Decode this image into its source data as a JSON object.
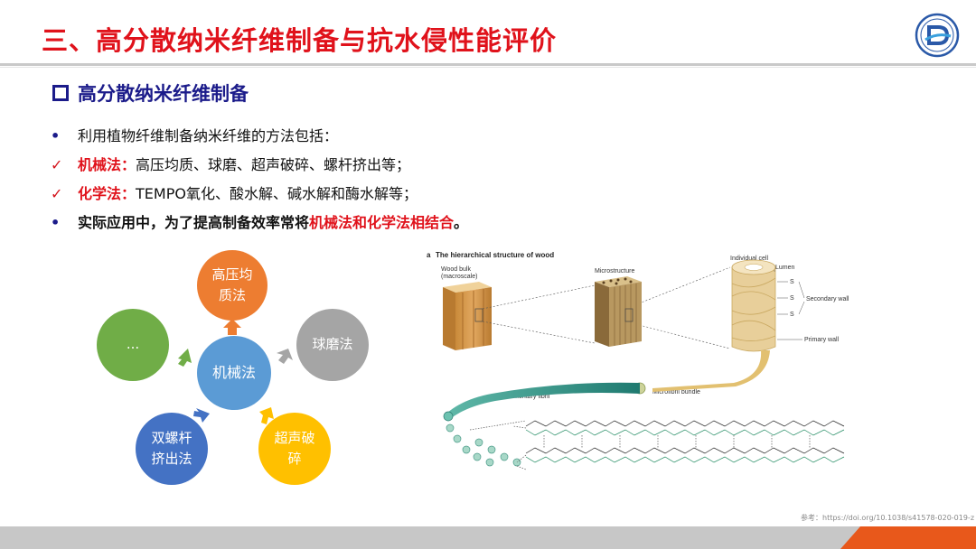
{
  "header": {
    "title": "三、高分散纳米纤维制备与抗水侵性能评价",
    "logo_icon": "university-seal-icon"
  },
  "section": {
    "title": "高分散纳米纤维制备"
  },
  "bullets": [
    {
      "marker": "•",
      "text": "利用植物纤维制备纳米纤维的方法包括："
    },
    {
      "marker": "✓",
      "label": "机械法：",
      "text": "高压均质、球磨、超声破碎、螺杆挤出等；"
    },
    {
      "marker": "✓",
      "label": "化学法：",
      "text": "TEMPO氧化、酸水解、碱水解和酶水解等；"
    },
    {
      "marker": "•",
      "prefix": "实际应用中，为了提高制备效率常将",
      "highlight": "机械法和化学法相结合",
      "suffix": "。"
    }
  ],
  "cycle": {
    "center": "机械法",
    "nodes": [
      {
        "line1": "高压均",
        "line2": "质法",
        "color": "#ed7d31"
      },
      {
        "line1": "球磨法",
        "line2": "",
        "color": "#a5a5a5"
      },
      {
        "line1": "超声破",
        "line2": "碎",
        "color": "#ffc000"
      },
      {
        "line1": "双螺杆",
        "line2": "挤出法",
        "color": "#4472c4"
      },
      {
        "line1": "...",
        "line2": "",
        "color": "#70ad47"
      }
    ],
    "center_color": "#5b9bd5"
  },
  "figure": {
    "panel": "a",
    "title": "The hierarchical structure of wood",
    "wood_bulk": "Wood bulk",
    "macroscale": "(macroscale)",
    "microstructure": "Microstructure",
    "individual_cell": "Individual cell",
    "lumen": "Lumen",
    "s1": "S",
    "s2": "S",
    "s3": "S",
    "secondary_wall": "Secondary wall",
    "primary_wall": "Primary wall",
    "elementary_fibril": "Elementary fibril",
    "microfibril_bundle": "Microfibril bundle"
  },
  "footer": {
    "reference": "参考：https://doi.org/10.1038/s41578-020-019-z"
  }
}
